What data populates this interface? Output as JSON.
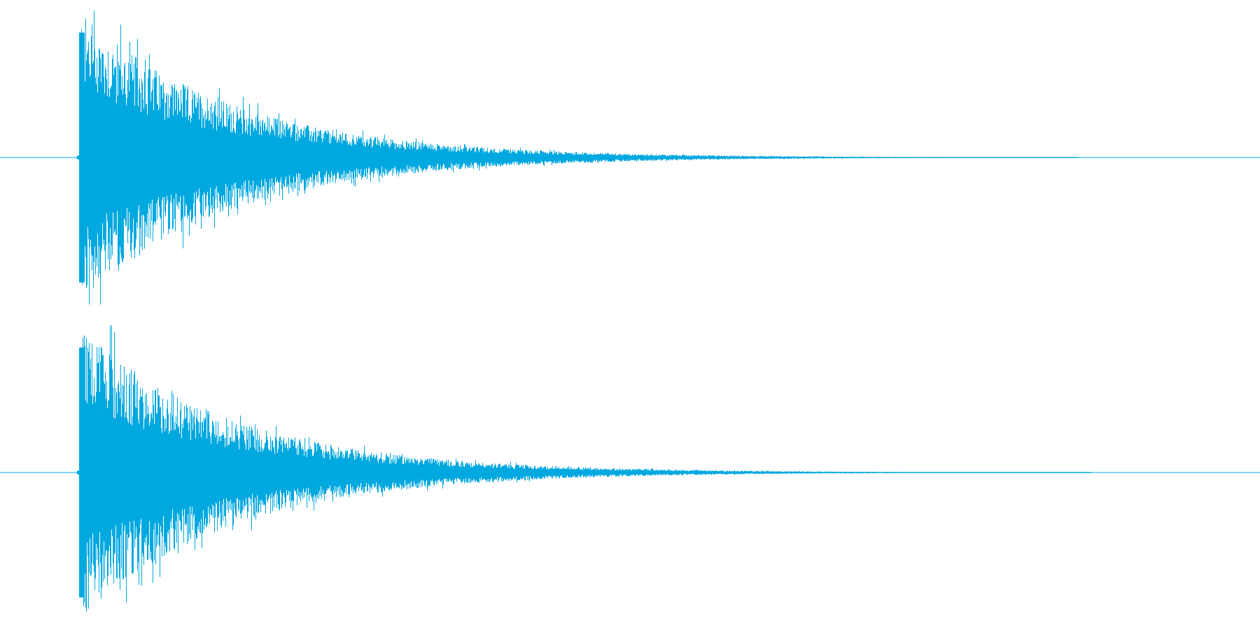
{
  "waveform": {
    "color": "#00a8e0",
    "background": "#ffffff",
    "channel_count": 2,
    "channels": [
      {
        "name": "",
        "onset": 0.063,
        "peak_amplitude": 1.0,
        "decay": 0.12,
        "tail_end": 0.6
      },
      {
        "name": "",
        "onset": 0.063,
        "peak_amplitude": 1.0,
        "decay": 0.12,
        "tail_end": 0.61
      }
    ]
  }
}
